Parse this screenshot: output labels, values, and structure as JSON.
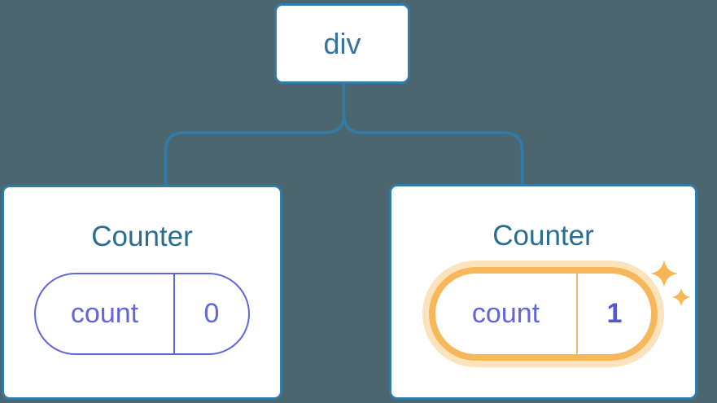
{
  "diagram": {
    "description": "React component tree diagram: a div root with two Counter children; second Counter state updated to 1",
    "root": {
      "label": "div"
    },
    "children": [
      {
        "title": "Counter",
        "state_key": "count",
        "state_value": "0",
        "highlighted": false
      },
      {
        "title": "Counter",
        "state_key": "count",
        "state_value": "1",
        "highlighted": true
      }
    ],
    "colors": {
      "background": "#4c6670",
      "connector_line": "#2f7cab",
      "card_border": "#2f7cab",
      "root_label_text": "#36749d",
      "card_title_text": "#2b6d90",
      "state_pill_purple": "#6366d9",
      "state_value_bold_purple": "#5558d0",
      "highlight_ring_orange": "#f7b85c",
      "highlight_glow_orange": "#fbe3bd",
      "sparkle_orange": "#f7b654"
    }
  }
}
